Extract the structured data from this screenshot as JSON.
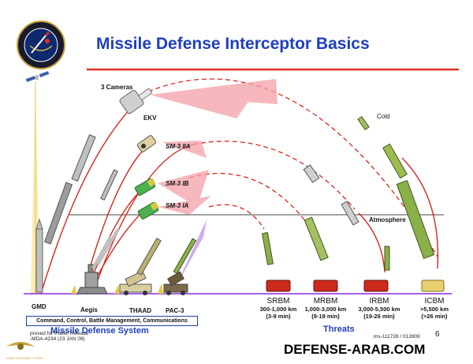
{
  "header": {
    "title": "Missile Defense Interceptor Basics"
  },
  "interceptors": {
    "ekv_cameras": "3 Cameras",
    "ekv": "EKV",
    "sm3_iia": "SM-3 IIA",
    "sm3_ib": "SM-3 IB",
    "sm3_ia": "SM-3 IA"
  },
  "labels": {
    "cold": "Cold",
    "atmosphere": "Atmosphere"
  },
  "systems": {
    "gmd": "GMD",
    "aegis": "Aegis",
    "thaad": "THAAD",
    "pac3": "PAC-3",
    "c2bmc": "Command, Control, Battle Management, Communications",
    "section_label": "Missile Defense System"
  },
  "threats": {
    "section_label": "Threats",
    "items": [
      {
        "name": "SRBM",
        "range": "300-1,000 km",
        "time": "(3-9 min)"
      },
      {
        "name": "MRBM",
        "range": "1,000-3,000 km",
        "time": "(9-19 min)"
      },
      {
        "name": "IRBM",
        "range": "3,000-5,500 km",
        "time": "(19-26 min)"
      },
      {
        "name": "ICBM",
        "range": ">5,500 km",
        "time": "(>26 min)"
      }
    ]
  },
  "footer": {
    "approved": "proved for Public Release",
    "approved_ref": "-MDA-4234 (23 JAN 09)",
    "slide_ref": "ms-111728 / 012809",
    "page_number": "6",
    "watermark": "DEFENSE-ARAB.COM",
    "logo_text": "ARAB DEFENSE FORUM"
  },
  "colors": {
    "title_blue": "#1f3fbf",
    "header_line": "#e0301e",
    "trajectory_red": "#d9261c",
    "beam_pink": "#f3a0a8",
    "missile_green": "#8ab04a",
    "ground_line": "#8a2be2",
    "gold": "#e8c840"
  }
}
